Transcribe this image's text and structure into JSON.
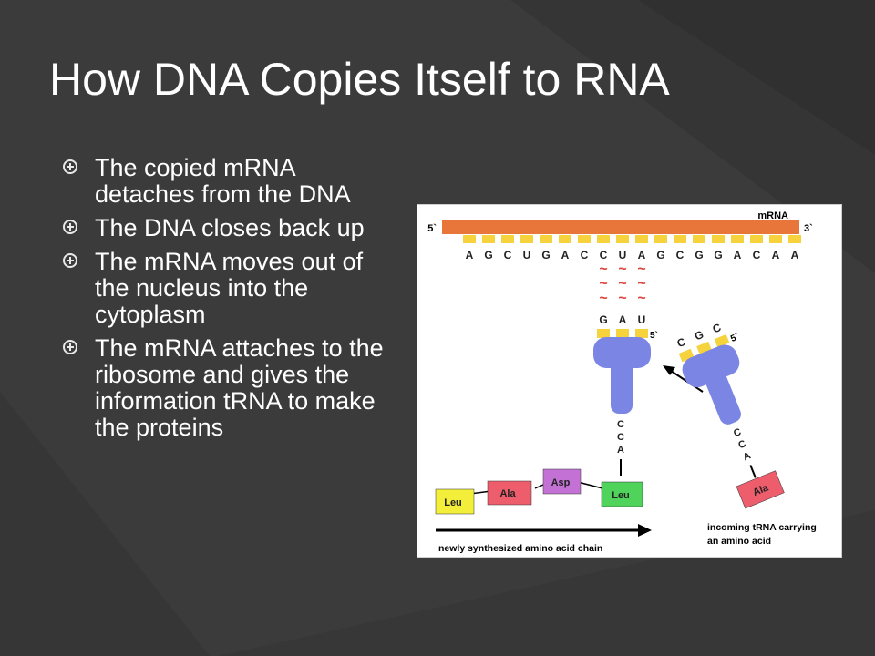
{
  "slide": {
    "title": "How DNA Copies Itself to RNA",
    "bullets": [
      "The copied mRNA detaches from the DNA",
      "The DNA closes back up",
      "The mRNA moves out of the nucleus into the cytoplasm",
      "The mRNA attaches to the ribosome and gives the information tRNA to make the proteins"
    ]
  },
  "figure": {
    "mrna_label": "mRNA",
    "five_prime": "5`",
    "three_prime": "3`",
    "mrna_bases": [
      "A",
      "G",
      "C",
      "U",
      "G",
      "A",
      "C",
      "C",
      "U",
      "A",
      "G",
      "C",
      "G",
      "G",
      "A",
      "C",
      "A",
      "A"
    ],
    "pairing_mark": "~",
    "anticodon_bound": [
      "G",
      "A",
      "U"
    ],
    "trna_bound_five_prime": "5`",
    "trna_bound_stem": [
      "C",
      "C",
      "A"
    ],
    "anticodon_incoming": [
      "C",
      "G",
      "C"
    ],
    "trna_incoming_five_prime": "5`",
    "trna_incoming_stem": [
      "C",
      "C",
      "A"
    ],
    "chain": [
      "Leu",
      "Ala",
      "Asp",
      "Leu"
    ],
    "incoming_amino_acid": "Ala",
    "chain_label": "newly synthesized amino acid chain",
    "incoming_label_line1": "incoming tRNA carrying",
    "incoming_label_line2": "an amino acid",
    "colors": {
      "mrna": "#e8763a",
      "base_tab": "#f6d23c",
      "trna": "#7b86e4",
      "leu": "#f2ee3a",
      "ala": "#ee5d6c",
      "asp": "#c471d6",
      "leu_bound": "#4fd35a",
      "pairing": "#e0443c"
    }
  }
}
